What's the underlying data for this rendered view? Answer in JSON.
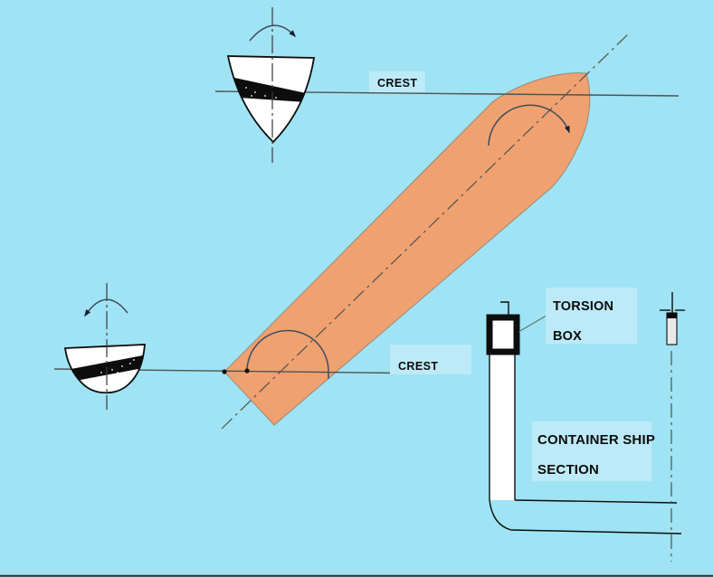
{
  "labels": {
    "crest_top": "CREST",
    "crest_bottom": "CREST",
    "torsion_line1": "TORSION",
    "torsion_line2": "BOX",
    "container_line1": "CONTAINER SHIP",
    "container_line2": "SECTION"
  },
  "colors": {
    "background": "#9FE3F4",
    "hull": "#F0A170",
    "label_bg": "#BDEAF8",
    "line": "#4F5350",
    "arc": "#3E4C5E",
    "ink": "#0D0D0D"
  }
}
